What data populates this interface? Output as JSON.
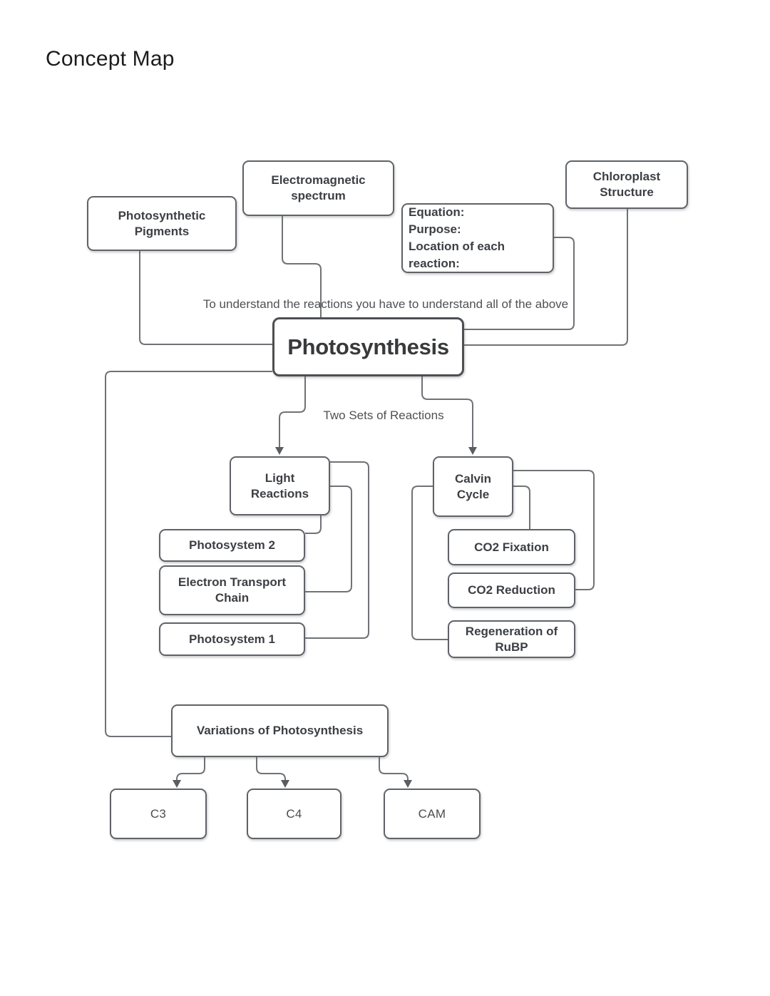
{
  "page": {
    "title": "Concept Map"
  },
  "diagram": {
    "annotations": {
      "understand": "To understand the reactions you have to understand all of the above",
      "two_sets": "Two Sets of Reactions"
    },
    "nodes": {
      "photosynthetic_pigments": "Photosynthetic\nPigments",
      "electromagnetic_spectrum": "Electromagnetic\nspectrum",
      "equation": "Equation:\nPurpose:\nLocation of each\nreaction:",
      "chloroplast_structure": "Chloroplast\nStructure",
      "photosynthesis": "Photosynthesis",
      "light_reactions": "Light\nReactions",
      "photosystem_2": "Photosystem 2",
      "electron_transport_chain": "Electron Transport\nChain",
      "photosystem_1": "Photosystem 1",
      "calvin_cycle": "Calvin\nCycle",
      "co2_fixation": "CO2 Fixation",
      "co2_reduction": "CO2 Reduction",
      "regeneration_rubp": "Regeneration of\nRuBP",
      "variations": "Variations of Photosynthesis",
      "c3": "C3",
      "c4": "C4",
      "cam": "CAM"
    },
    "colors": {
      "box_border": "#5f6368",
      "major_border": "#4d4f52",
      "line": "#6f7276",
      "arrow_fill": "#5a5d61",
      "text_bold": "#3c3f43",
      "text_plain": "#4a4d51"
    }
  }
}
